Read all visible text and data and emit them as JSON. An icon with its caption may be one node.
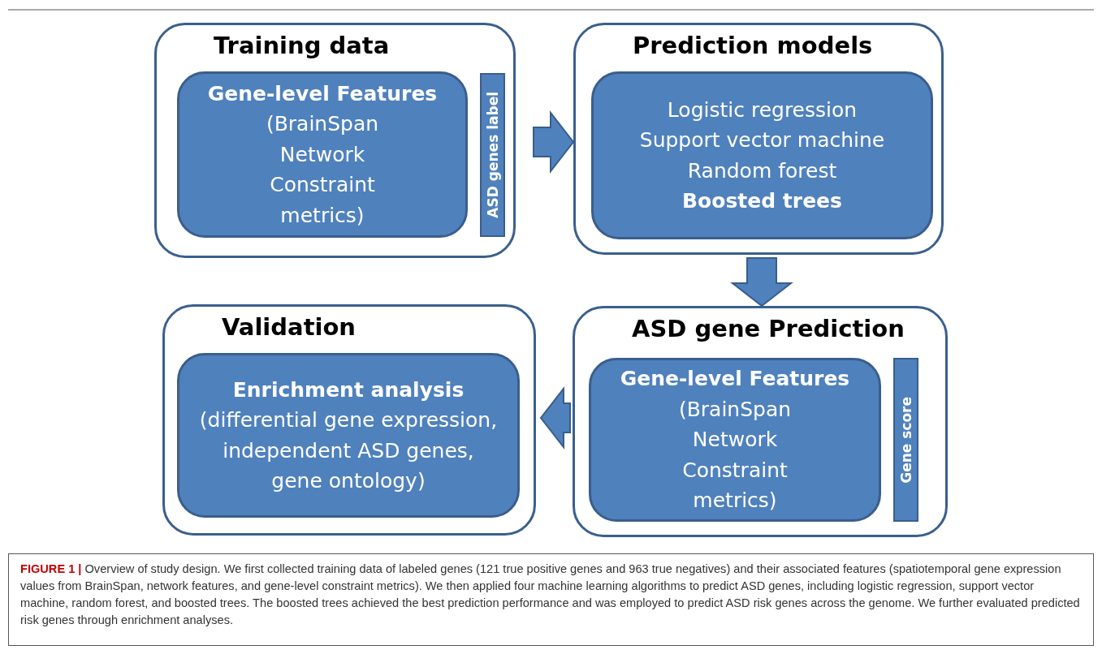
{
  "diagram": {
    "caption": "**FIGURE 1 |** Overview of study design. We first collected training data of labeled genes (121 true positive genes and 963 true negatives) and their associated features (spatiotemporal gene expression values from BrainSpan, network features, and gene-level constraint metrics). We then applied four machine learning algorithms to predict ASD genes, including logistic regression, support vector machine, random forest, and boosted trees. The boosted trees achieved the best prediction performance and was employed to predict ASD risk genes across the genome. We further evaluated predicted risk genes through enrichment analyses.",
    "nodes": [
      {
        "text": [
          "Training data"
        ]
      },
      {
        "text": [
          "Gene-level Features",
          "(BrainSpan Network Constraint metrics)"
        ],
        "in": 0
      },
      {
        "text": [
          "ASD genes label"
        ],
        "in": 0
      },
      {
        "text": [
          "Prediction models"
        ]
      },
      {
        "text": [
          "Logistic regression",
          "Support vector machine",
          "Random forest",
          "Boosted trees"
        ],
        "in": 3
      },
      {
        "text": [
          "ASD gene Prediction"
        ]
      },
      {
        "text": [
          "Gene-level Features",
          "(BrainSpan Network Constraint metrics)"
        ],
        "in": 5
      },
      {
        "text": [
          "Gene score"
        ],
        "in": 5
      },
      {
        "text": [
          "Validation"
        ]
      },
      {
        "text": [
          "Enrichment analysis",
          "(differential gene expression, independent ASD genes, gene ontology)"
        ],
        "in": 8
      }
    ],
    "edges": [
      {
        "from": 0,
        "to": 3,
        "arrow": "to",
        "style": "thick"
      },
      {
        "from": 3,
        "to": 5,
        "arrow": "to",
        "style": "thick"
      },
      {
        "from": 5,
        "to": 8,
        "arrow": "to",
        "style": "thick"
      }
    ]
  }
}
